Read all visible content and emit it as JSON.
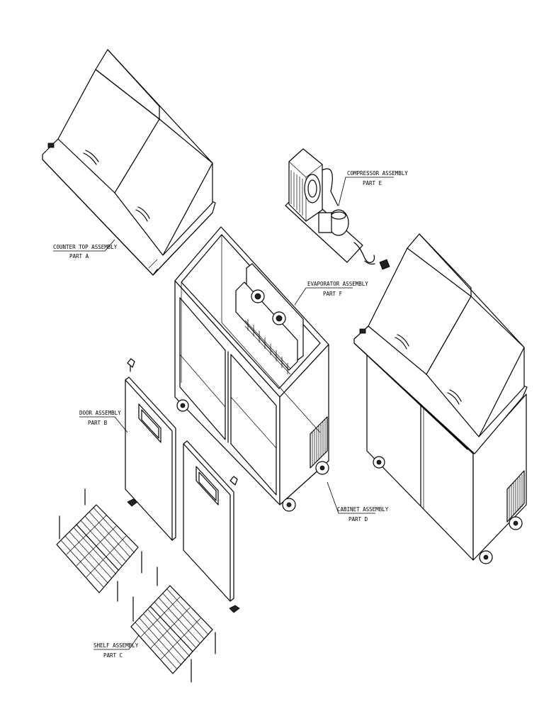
{
  "labels": {
    "counter_top": {
      "title": "COUNTER TOP ASSEMBLY",
      "part": "PART A"
    },
    "compressor": {
      "title": "COMPRESSOR ASSEMBLY",
      "part": "PART E"
    },
    "evaporator": {
      "title": "EVAPORATOR ASSEMBLY",
      "part": "PART F"
    },
    "door": {
      "title": "DOOR ASSEMBLY",
      "part": "PART B"
    },
    "cabinet": {
      "title": "CABINET ASSEMBLY",
      "part": "PART D"
    },
    "shelf": {
      "title": "SHELF ASSEMBLY",
      "part": "PART C"
    }
  }
}
